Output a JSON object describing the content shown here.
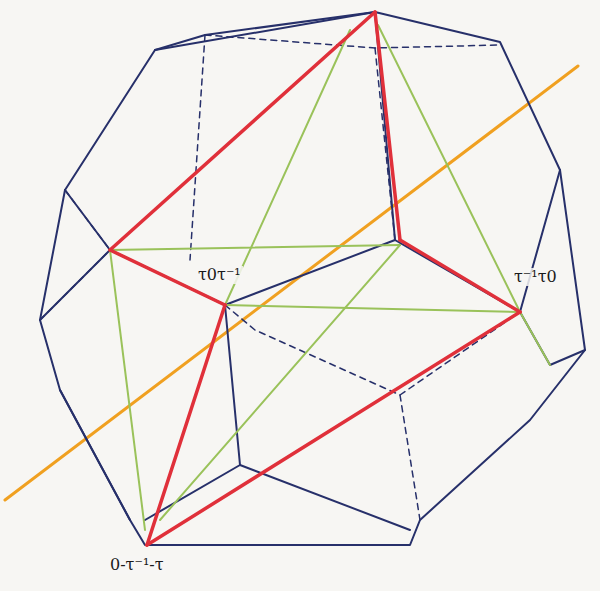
{
  "diagram": {
    "labels": [
      "τ0τ⁻¹",
      "τ⁻¹τ0",
      "0-τ⁻¹-τ"
    ]
  }
}
